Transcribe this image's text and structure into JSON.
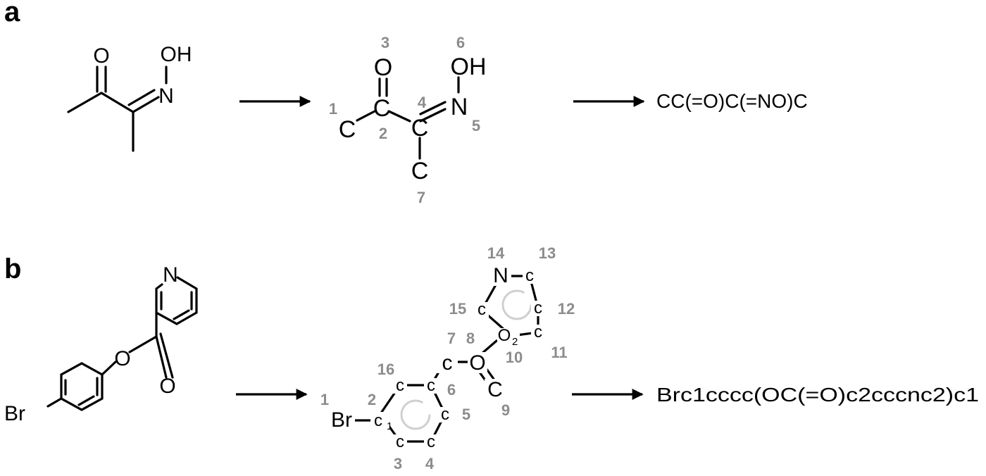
{
  "panels": [
    {
      "label": "a",
      "structure": {
        "atoms": [
          "O",
          "N",
          "OH"
        ]
      },
      "graph": {
        "atoms": [
          "C",
          "C",
          "O",
          "C",
          "N",
          "OH",
          "C"
        ],
        "numbers": [
          "1",
          "2",
          "3",
          "4",
          "5",
          "6",
          "7"
        ]
      },
      "smiles": "CC(=O)C(=NO)C"
    },
    {
      "label": "b",
      "structure": {
        "atoms": [
          "N",
          "O",
          "O",
          "Br"
        ]
      },
      "graph": {
        "atoms": [
          "Br",
          "c",
          "c",
          "c",
          "c",
          "c",
          "c",
          "O",
          "C",
          "O",
          "c",
          "c",
          "c",
          "N",
          "c",
          "c"
        ],
        "ring_indices": [
          "1",
          "2"
        ],
        "numbers": [
          "1",
          "2",
          "3",
          "4",
          "5",
          "6",
          "7",
          "8",
          "9",
          "10",
          "11",
          "12",
          "13",
          "14",
          "15",
          "16"
        ]
      },
      "smiles": "Brc1cccc(OC(=O)c2cccnc2)c1"
    }
  ]
}
